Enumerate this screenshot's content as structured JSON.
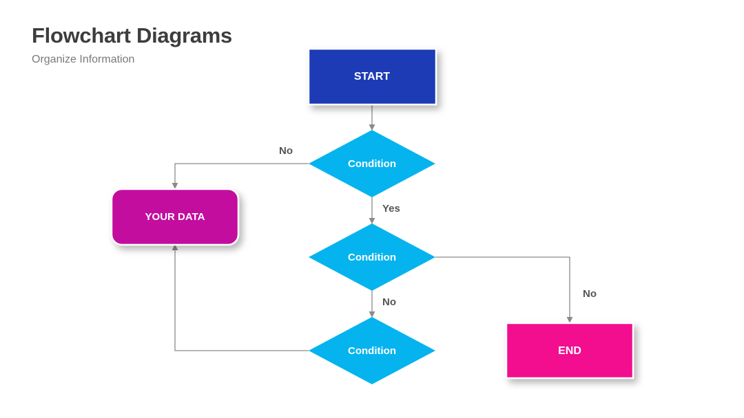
{
  "header": {
    "title": "Flowchart Diagrams",
    "subtitle": "Organize Information"
  },
  "colors": {
    "start": "#1f3bb5",
    "condition": "#05b4ee",
    "your_data": "#c3099f",
    "end": "#f3078f",
    "connector": "#8a8a8a",
    "label": "#555555"
  },
  "nodes": {
    "start": "START",
    "condition_1": "Condition",
    "condition_2": "Condition",
    "condition_3": "Condition",
    "your_data": "YOUR DATA",
    "end": "END"
  },
  "edge_labels": {
    "c1_no": "No",
    "c1_yes": "Yes",
    "c2_no_down": "No",
    "c2_no_right": "No"
  }
}
